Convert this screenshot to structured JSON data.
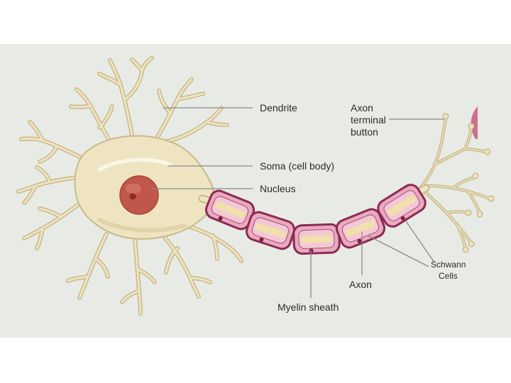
{
  "diagram": {
    "colors": {
      "panel": "#e8ebe5",
      "cytoplasm": "#efe4c2",
      "cytoplasm_edge": "#c9b98a",
      "nucleus": "#c0574a",
      "nucleolus": "#8e2a22",
      "myelin": "#e8aac1",
      "myelin_edge": "#8c2a52",
      "axon_core": "#f1dfae",
      "terminal": "#c9597e"
    },
    "labels": {
      "dendrite": "Dendrite",
      "soma": "Soma (cell body)",
      "nucleus": "Nucleus",
      "axon_terminal": [
        "Axon",
        "terminal",
        "button"
      ],
      "schwann": [
        "Schwann",
        "Cells"
      ],
      "axon": "Axon",
      "myelin": "Myelin sheath"
    }
  }
}
